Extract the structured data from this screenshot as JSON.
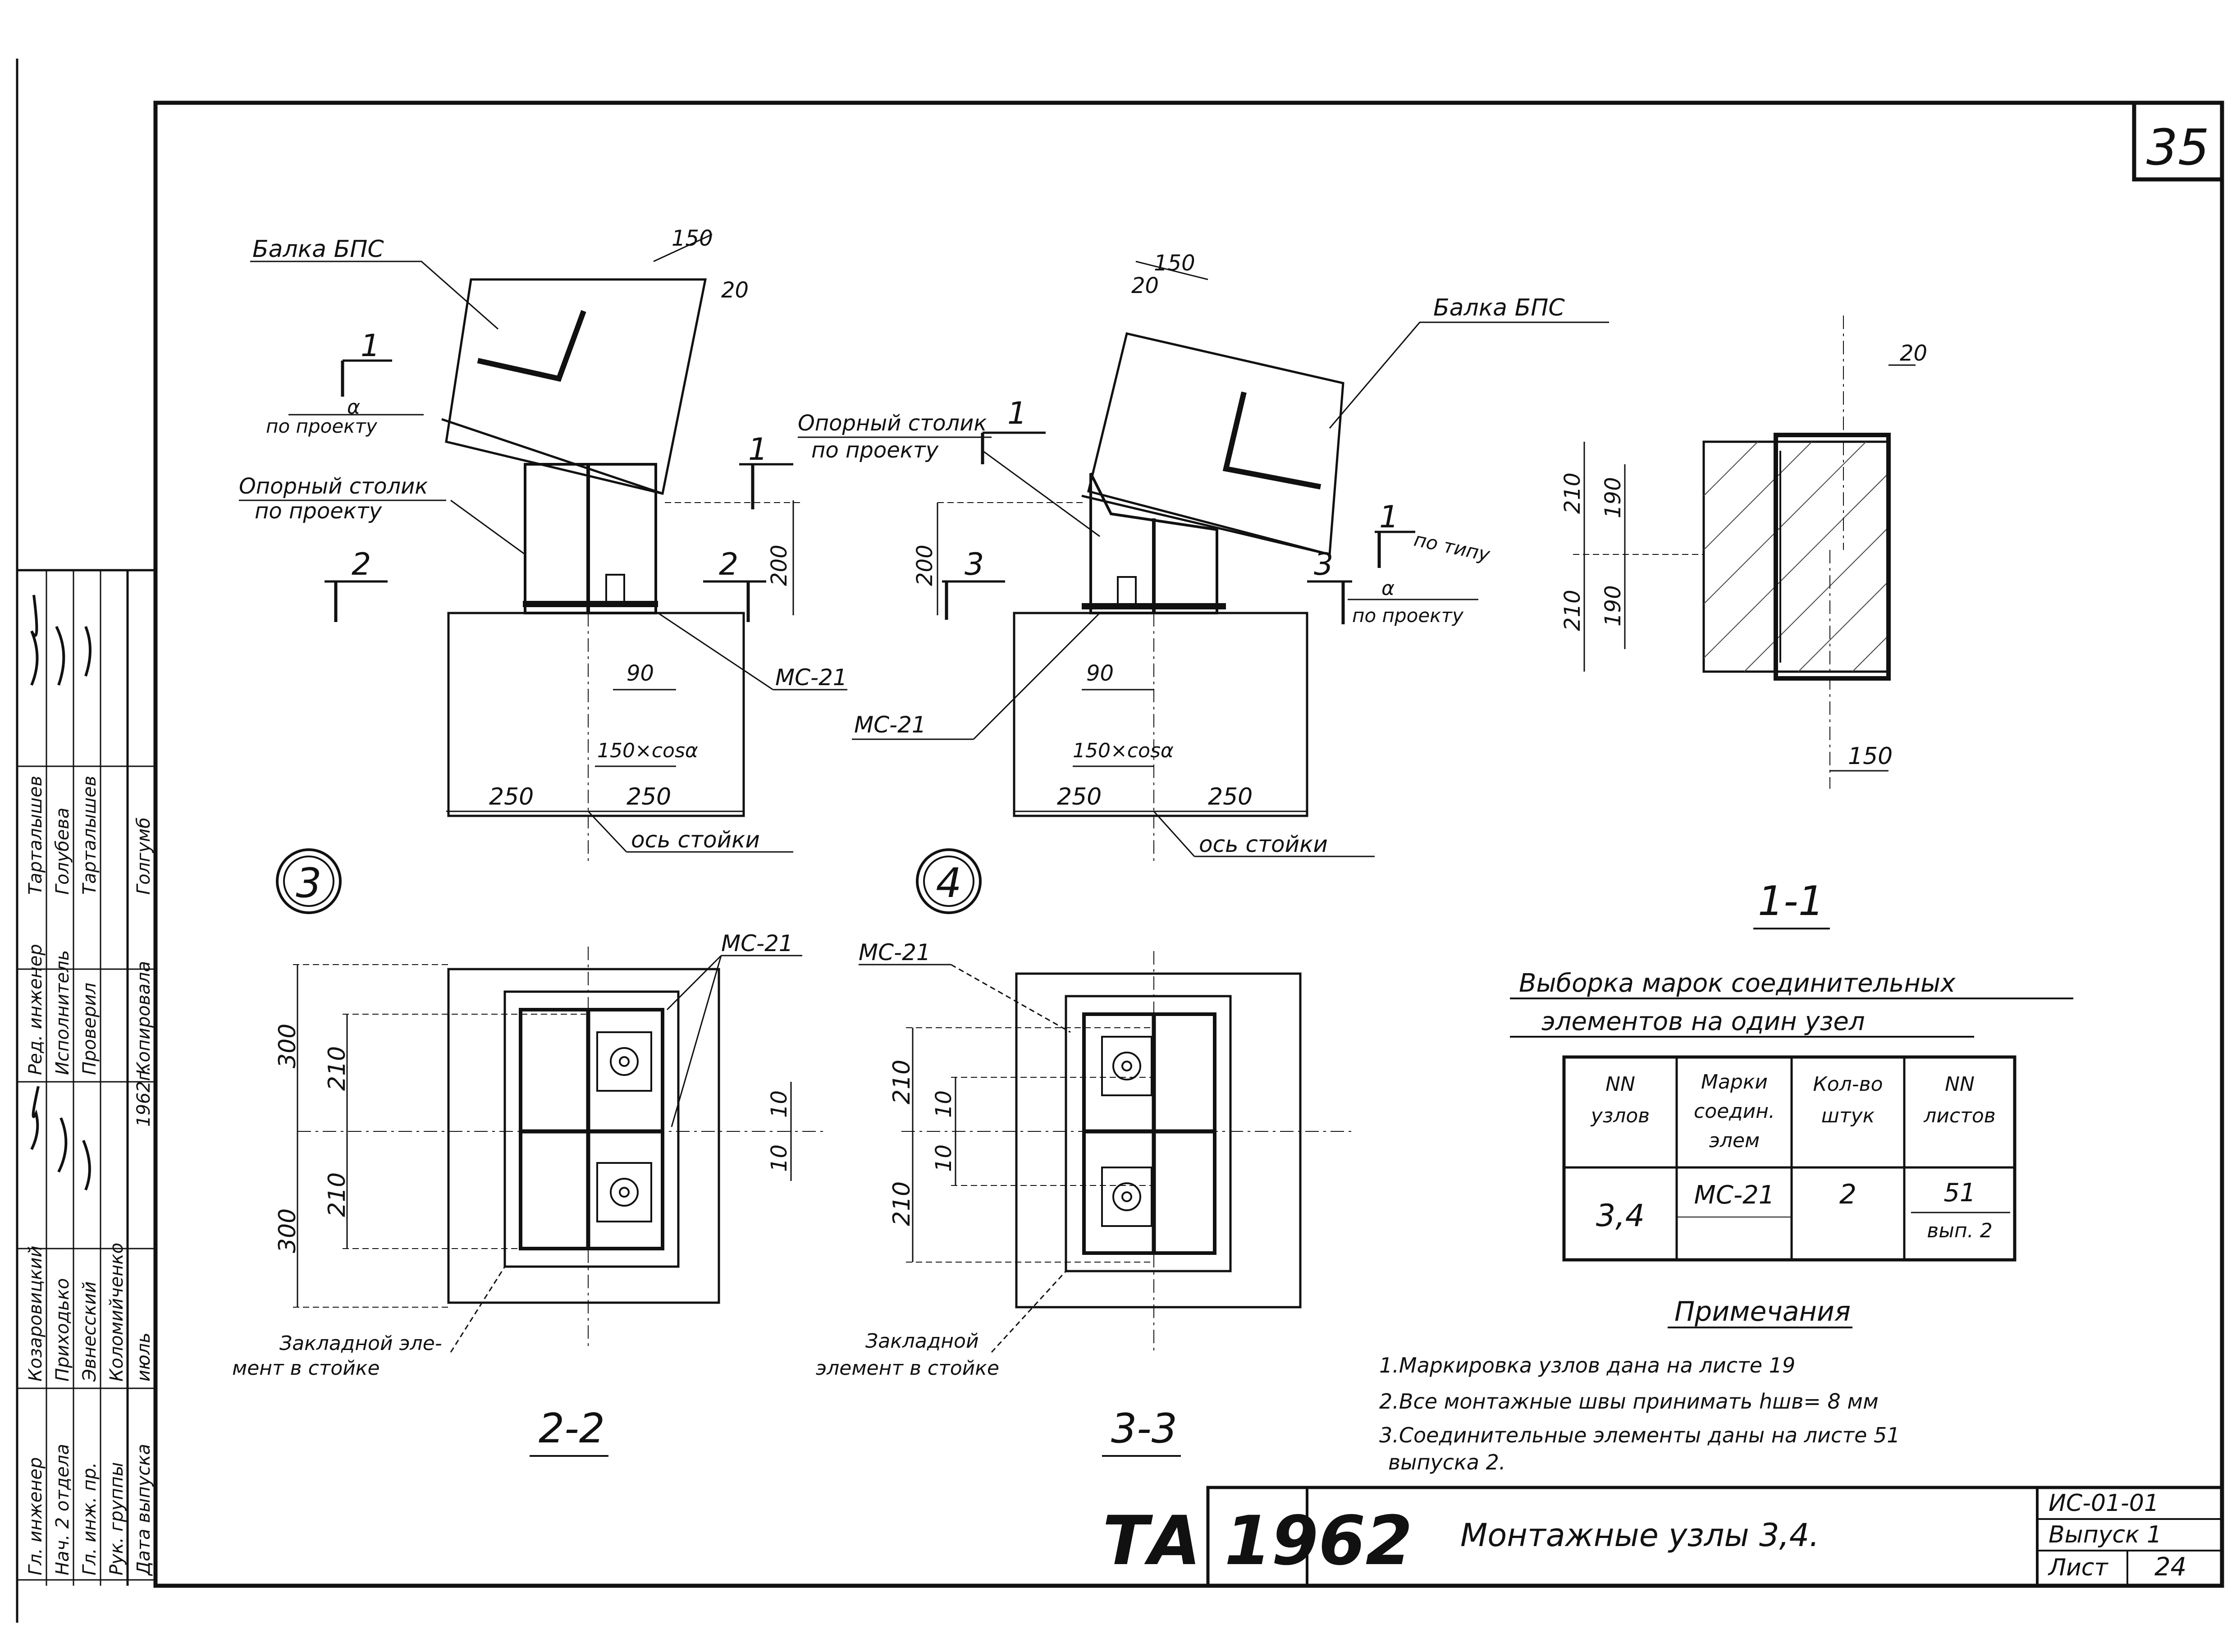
{
  "sheet": {
    "corner_number": "35",
    "title": "Монтажные узлы 3,4.",
    "code": "ИС-01-01",
    "issue": "Выпуск 1",
    "sheet_label": "Лист",
    "sheet_number": "24",
    "logo": "ТА 1962"
  },
  "node3": {
    "marker": "3",
    "beam": "Балка БПС",
    "support": [
      "Опорный столик",
      "по проекту"
    ],
    "section_1_top": "1",
    "section_1_angle": "α",
    "section_1_note": "по проекту",
    "section_1_right": "1",
    "section_2_left": "2",
    "section_2_right": "2",
    "part": "МС-21",
    "axis": "ось стойки",
    "dims": {
      "top150": "150",
      "top20": "20",
      "h200": "200",
      "d90": "90",
      "d150cos": "150×cosα",
      "left250": "250",
      "right250": "250"
    }
  },
  "node4": {
    "marker": "4",
    "beam": "Балка БПС",
    "support": [
      "Опорный столик",
      "по проекту"
    ],
    "section_1_top": "1",
    "section_1_right": "1",
    "section_1_right_note": "по типу",
    "section_3_left": "3",
    "section_3_right": "3",
    "angle": "α",
    "angle_note": "по проекту",
    "part": "МС-21",
    "axis": "ось стойки",
    "dims": {
      "top150": "150",
      "top20": "20",
      "h200": "200",
      "d90": "90",
      "d150cos": "150×cosα",
      "left250": "250",
      "right250": "250"
    }
  },
  "section_1_1": {
    "label": "1-1",
    "dims": {
      "d20": "20",
      "d210a": "210",
      "d190a": "190",
      "d210b": "210",
      "d190b": "190",
      "d150": "150"
    }
  },
  "section_2_2": {
    "label": "2-2",
    "part": "МС-21",
    "caption": [
      "Закладной эле-",
      "мент в стойке"
    ],
    "dims": {
      "d300a": "300",
      "d210a": "210",
      "d300b": "300",
      "d210b": "210",
      "d10a": "10",
      "d10b": "10"
    }
  },
  "section_3_3": {
    "label": "3-3",
    "part": "МС-21",
    "caption": [
      "Закладной",
      "элемент в стойке"
    ],
    "dims": {
      "d210a": "210",
      "d10a": "10",
      "d10b": "10",
      "d210b": "210"
    }
  },
  "selection_table": {
    "title": [
      "Выборка марок соединительных",
      "элементов на один узел"
    ],
    "headers": [
      [
        "NN",
        "узлов"
      ],
      [
        "Марки",
        "соедин.",
        "элем"
      ],
      [
        "Кол-во",
        "штук"
      ],
      [
        "NN",
        "листов"
      ]
    ],
    "row": {
      "nodes": "3,4",
      "mark": "МС-21",
      "count": "2",
      "sheets": "51",
      "issue": "вып. 2"
    }
  },
  "notes": {
    "title": "Примечания",
    "items": [
      "1.Маркировка узлов дана на листе 19",
      "2.Все монтажные швы принимать hшв= 8 мм",
      "3.Соединительные элементы даны на листе 51",
      "выпуска 2."
    ]
  },
  "stamp": {
    "roles": [
      "Гл. инженер",
      "Нач. 2 отдела",
      "Гл. инж. пр.",
      "Рук. группы",
      "Дата выпуска"
    ],
    "names": [
      "Козаровицкий",
      "Приходько",
      "Эвнесский",
      "Коломийченко",
      "июль"
    ],
    "roles2": [
      "Ред. инженер",
      "Исполнитель",
      "Проверил",
      "",
      "Копировала"
    ],
    "names2": [
      "Тарталышев",
      "Голубева",
      "Тарталышев",
      "",
      "Голгумб"
    ],
    "year": "1962г."
  }
}
